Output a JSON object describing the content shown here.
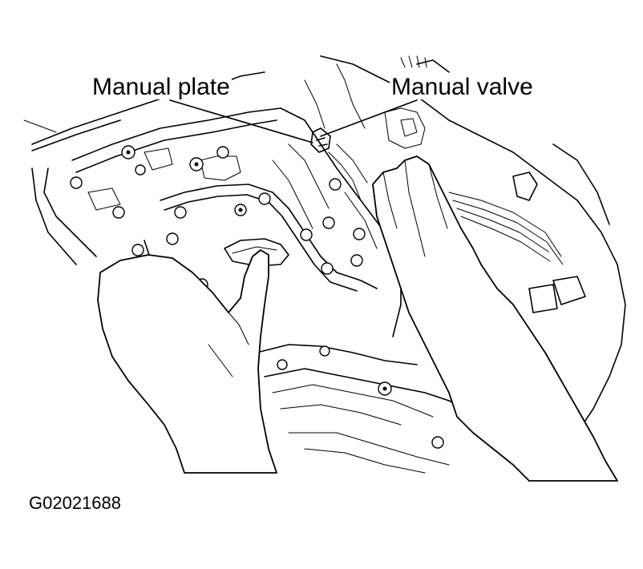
{
  "callouts": {
    "manual_plate": "Manual plate",
    "manual_valve": "Manual valve"
  },
  "figure_id": "G02021688",
  "colors": {
    "line": "#000000",
    "background": "#ffffff"
  }
}
